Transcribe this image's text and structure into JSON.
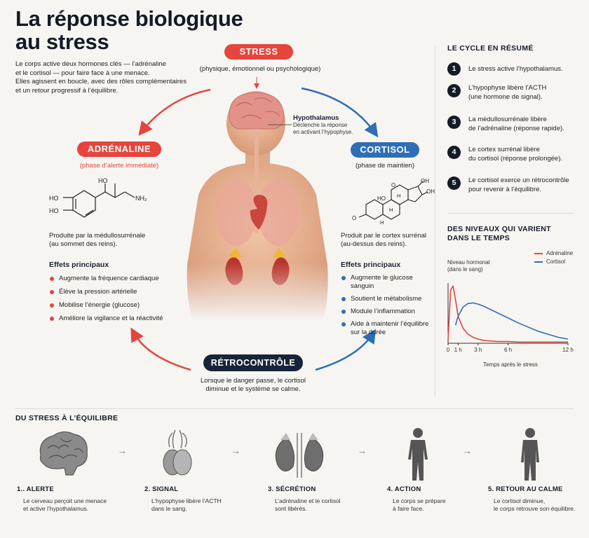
{
  "header": {
    "title_line1": "La réponse biologique",
    "title_line2": "au stress",
    "intro_lines": [
      "Le corps active deux hormones clés — l’adrénaline",
      "et le cortisol — pour faire face à une menace.",
      "Elles agissent en boucle, avec des rôles complémentaires",
      "et un retour progressif à l’équilibre."
    ]
  },
  "cycle": {
    "stress": {
      "label": "STRESS",
      "sub": "(physique, émotionnel ou psychologique)"
    },
    "hypothalamus": {
      "title": "Hypothalamus",
      "lines": [
        "Déclenche la réponse",
        "en activant l’hypophyse."
      ]
    },
    "adrenaline": {
      "label": "ADRÉNALINE",
      "sub": "(phase d’alerte immédiate)",
      "produced_lines": [
        "Produite par la médullosurrénale",
        "(au sommet des reins)."
      ],
      "effects_title": "Effets principaux",
      "effects": [
        "Augmente la fréquence cardiaque",
        "Élève la pression artérielle",
        "Mobilise l’énergie (glucose)",
        "Améliore la vigilance et la réactivité"
      ],
      "molecule_labels": {
        "ho1": "HO",
        "ho2": "HO",
        "ho3": "HO",
        "nh2": "NH₂"
      }
    },
    "cortisol": {
      "label": "CORTISOL",
      "sub": "(phase de maintien)",
      "produced_lines": [
        "Produit par le cortex surrénal",
        "(au-dessus des reins)."
      ],
      "effects_title": "Effets principaux",
      "effects": [
        "Augmente le glucose sanguin",
        "Soutient le métabolisme",
        "Module l’inflammation",
        "Aide à maintenir l’équilibre sur la durée"
      ],
      "molecule_labels": {
        "oh1": "OH",
        "oh2": "OH",
        "o1": "O",
        "o2": "O",
        "h1": "H",
        "h2": "H",
        "h3": "H",
        "ho": "HO"
      }
    },
    "feedback": {
      "label": "RÉTROCONTRÔLE",
      "lines": [
        "Lorsque le danger passe, le cortisol",
        "diminue et le système se calme."
      ]
    }
  },
  "summary": {
    "title": "LE CYCLE EN RÉSUMÉ",
    "steps": [
      {
        "n": "1",
        "lines": [
          "Le stress active l’hypothalamus."
        ]
      },
      {
        "n": "2",
        "lines": [
          "L’hypophyse libère l’ACTH",
          "(une hormone de signal)."
        ]
      },
      {
        "n": "3",
        "lines": [
          "La médullosurrénale libère",
          "de l’adrénaline (réponse rapide)."
        ]
      },
      {
        "n": "4",
        "lines": [
          "Le cortex surrénal libère",
          "du cortisol (réponse prolongée)."
        ]
      },
      {
        "n": "5",
        "lines": [
          "Le cortisol exerce un rétrocontrôle",
          "pour revenir à l’équilibre."
        ]
      }
    ]
  },
  "levels": {
    "title_lines": [
      "DES NIVEAUX QUI VARIENT",
      "DANS LE TEMPS"
    ],
    "ylabel_lines": [
      "Niveau hormonal",
      "(dans le sang)"
    ],
    "xlabel": "Temps après le stress"
  },
  "chart_data": {
    "type": "line",
    "title": "DES NIVEAUX QUI VARIENT DANS LE TEMPS",
    "xlabel": "Temps après le stress",
    "ylabel": "Niveau hormonal (dans le sang)",
    "x_ticks": [
      "0",
      "1 h",
      "3 h",
      "6 h",
      "12 h"
    ],
    "x": [
      0,
      0.25,
      0.5,
      0.75,
      1,
      1.5,
      2,
      2.5,
      3,
      3.5,
      4,
      5,
      6,
      7,
      8,
      9,
      10,
      11,
      12
    ],
    "ylim": [
      0,
      1
    ],
    "legend": "top-right",
    "series": [
      {
        "name": "Adrénaline",
        "color": "#e5453c",
        "values": [
          0.05,
          0.88,
          0.95,
          0.72,
          0.45,
          0.25,
          0.15,
          0.1,
          0.07,
          0.05,
          0.04,
          0.03,
          0.03,
          0.02,
          0.02,
          0.02,
          0.02,
          0.02,
          0.02
        ]
      },
      {
        "name": "Cortisol",
        "color": "#2f6eb5",
        "values": [
          null,
          null,
          null,
          0.3,
          0.45,
          0.6,
          0.66,
          0.67,
          0.65,
          0.62,
          0.58,
          0.5,
          0.42,
          0.34,
          0.27,
          0.2,
          0.15,
          0.1,
          0.07
        ]
      }
    ]
  },
  "bottom": {
    "title": "DU STRESS À L’ÉQUILIBRE",
    "steps": [
      {
        "label": "1.. ALERTE",
        "desc": [
          "Le cerveau perçoit une menace",
          "et active l’hypothalamus."
        ],
        "icon": "brain-icon"
      },
      {
        "label": "2. SIGNAL",
        "desc": [
          "L’hypophyse libère l’ACTH",
          "dans le sang."
        ],
        "icon": "pituitary-icon"
      },
      {
        "label": "3. SÉCRÉTION",
        "desc": [
          "L’adrénaline et le cortisol",
          "sont libérés."
        ],
        "icon": "kidneys-icon"
      },
      {
        "label": "4. ACTION",
        "desc": [
          "Le corps se prépare",
          "à faire face."
        ],
        "icon": "body-icon"
      },
      {
        "label": "5. RETOUR AU CALME",
        "desc": [
          "Le cortisol diminue,",
          "le corps retrouve son équilibre."
        ],
        "icon": "body-calm-icon"
      }
    ]
  },
  "colors": {
    "red": "#e5453c",
    "blue": "#2f6eb5",
    "navy": "#172437",
    "adrenaline_line": "#e5453c",
    "cortisol_line": "#2f6eb5"
  }
}
